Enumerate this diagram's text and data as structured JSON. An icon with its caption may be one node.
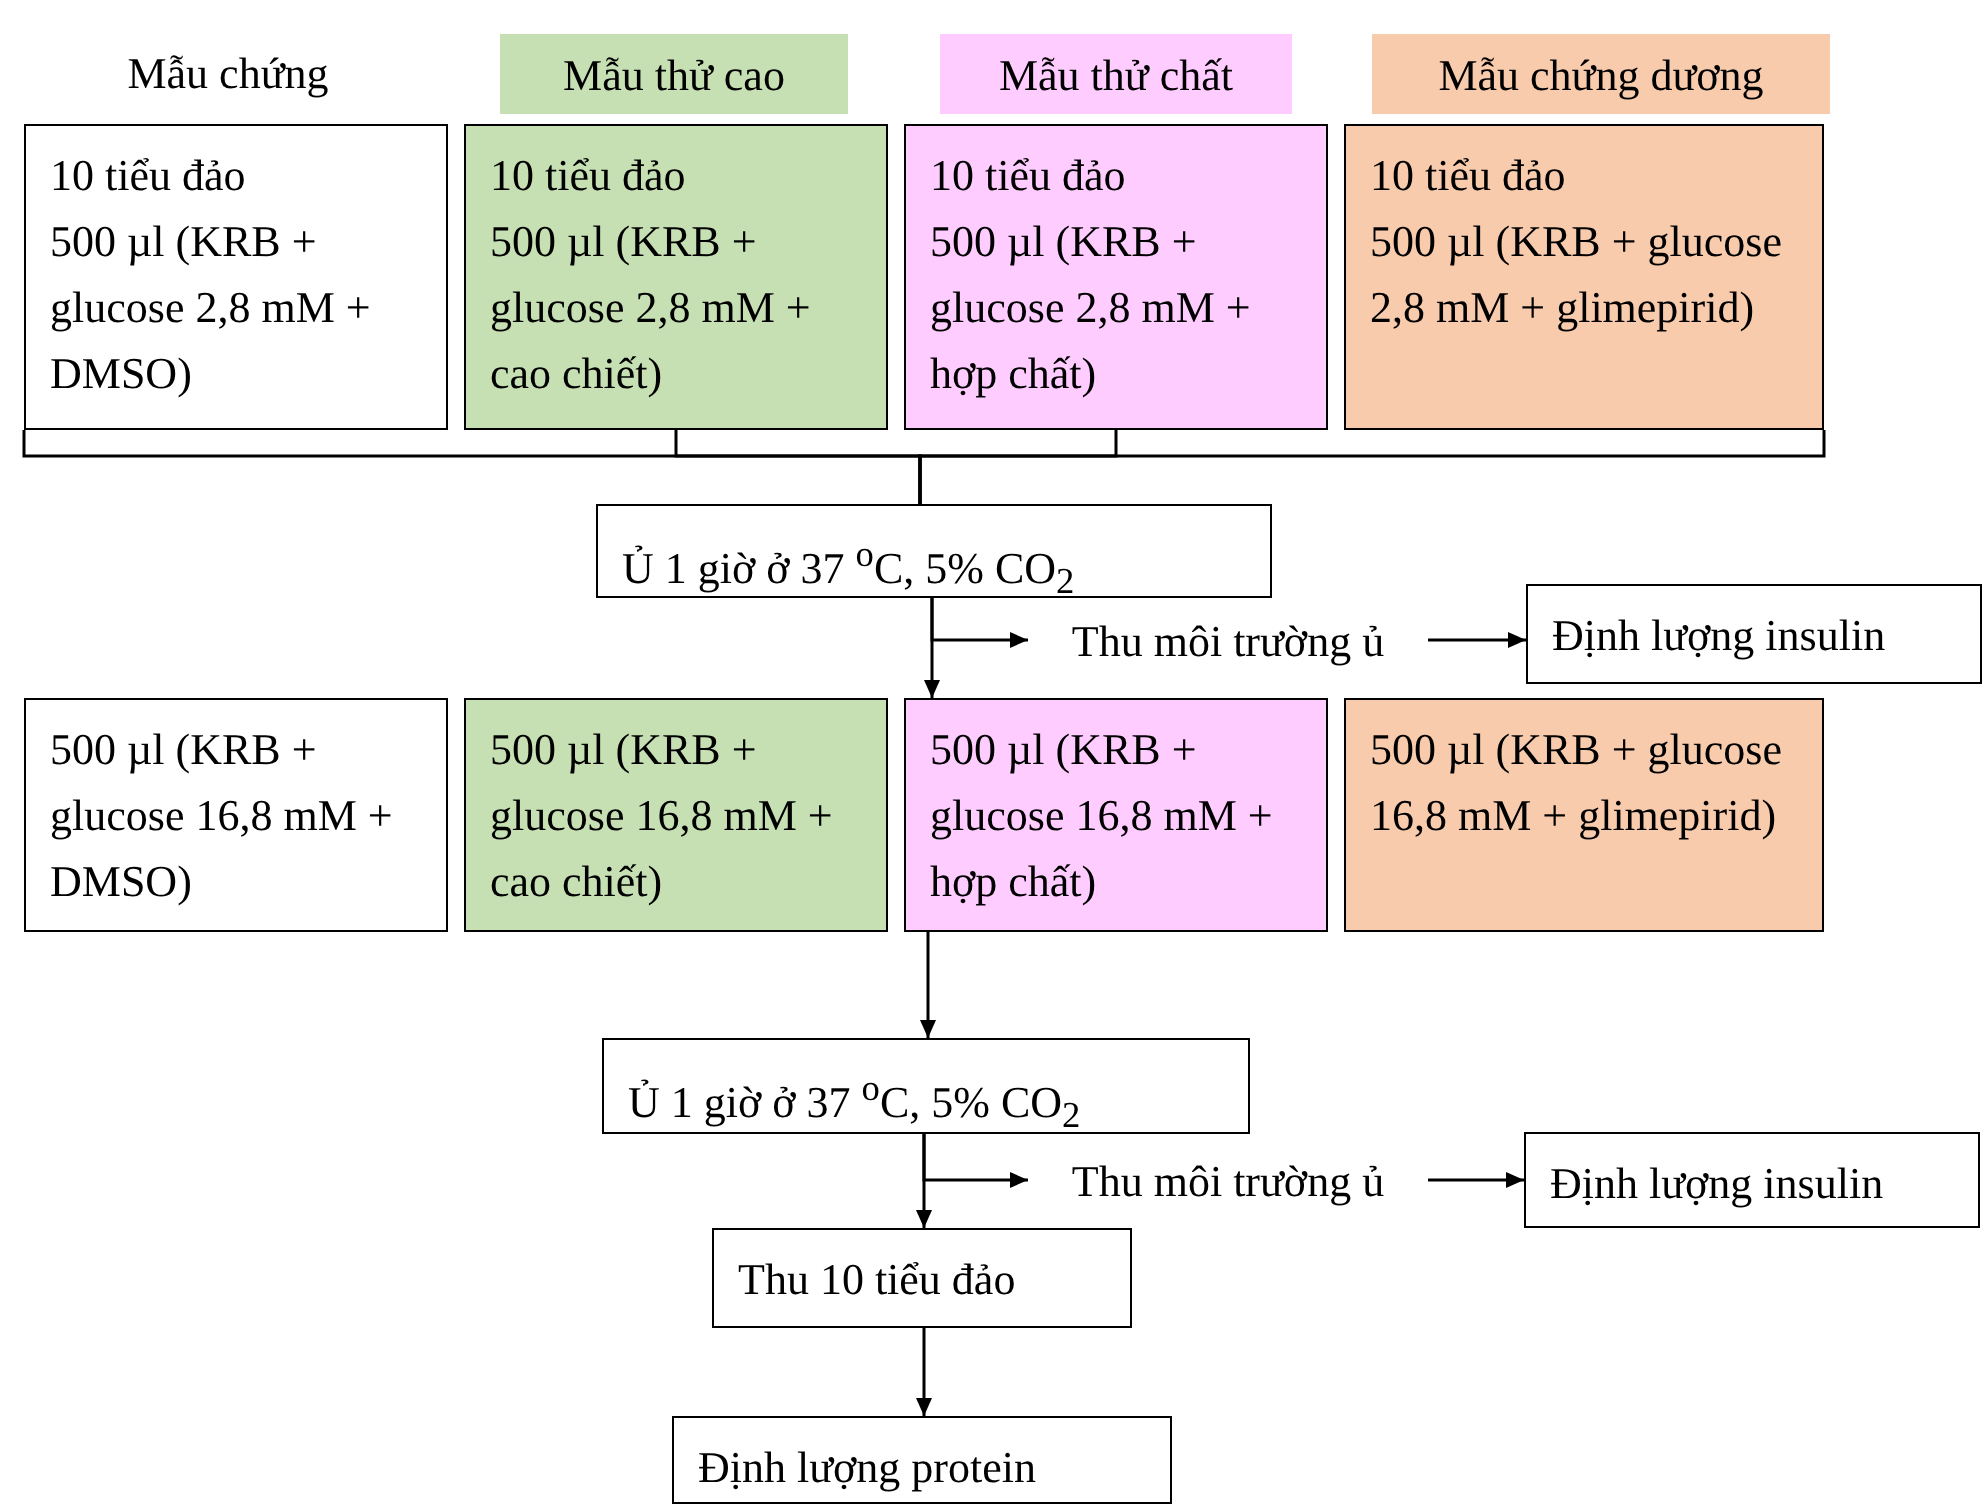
{
  "diagram": {
    "nodes": [
      {
        "text": [
          "Mẫu chứng"
        ]
      },
      {
        "text": [
          "Mẫu thử cao"
        ]
      },
      {
        "text": [
          "Mẫu thử chất"
        ]
      },
      {
        "text": [
          "Mẫu chứng dương"
        ]
      },
      {
        "text": [
          "10 tiểu đảo",
          "500 µl (KRB + glucose 2,8 mM + DMSO)"
        ]
      },
      {
        "text": [
          "10 tiểu đảo",
          "500 µl (KRB + glucose 2,8 mM + cao chiết)"
        ]
      },
      {
        "text": [
          "10 tiểu đảo",
          "500 µl (KRB + glucose 2,8 mM + hợp chất)"
        ]
      },
      {
        "text": [
          "10 tiểu đảo",
          "500 µl (KRB + glucose 2,8 mM + glimepirid)"
        ]
      },
      {
        "text": [
          "Ủ 1 giờ ở 37 $^{o}$C, 5% CO$_{2}$"
        ]
      },
      {
        "text": [
          "Thu môi trường ủ"
        ]
      },
      {
        "text": [
          "Định lượng insulin"
        ]
      },
      {
        "text": [
          "500 µl (KRB + glucose 16,8 mM + DMSO)"
        ]
      },
      {
        "text": [
          "500 µl (KRB + glucose 16,8 mM + cao chiết)"
        ]
      },
      {
        "text": [
          "500 µl (KRB + glucose 16,8 mM + hợp chất)"
        ]
      },
      {
        "text": [
          "500 µl (KRB + glucose 16,8 mM + glimepirid)"
        ]
      },
      {
        "text": [
          "Ủ 1 giờ ở 37 $^{o}$C, 5% CO$_{2}$"
        ]
      },
      {
        "text": [
          "Thu môi trường ủ"
        ]
      },
      {
        "text": [
          "Định lượng insulin"
        ]
      },
      {
        "text": [
          "Thu  10 tiểu đảo"
        ]
      },
      {
        "text": [
          "Định lượng protein"
        ]
      }
    ],
    "edges": [
      {
        "from": 4,
        "to": 8,
        "arrow": "none"
      },
      {
        "from": 5,
        "to": 8,
        "arrow": "none"
      },
      {
        "from": 6,
        "to": 8,
        "arrow": "none"
      },
      {
        "from": 7,
        "to": 8,
        "arrow": "none"
      },
      {
        "from": 8,
        "to": 13,
        "arrow": "to"
      },
      {
        "from": 8,
        "to": 9,
        "arrow": "to"
      },
      {
        "from": 9,
        "to": 10,
        "arrow": "to"
      },
      {
        "from": 13,
        "to": 15,
        "arrow": "to"
      },
      {
        "from": 15,
        "to": 16,
        "arrow": "to"
      },
      {
        "from": 16,
        "to": 17,
        "arrow": "to"
      },
      {
        "from": 15,
        "to": 18,
        "arrow": "to"
      },
      {
        "from": 18,
        "to": 19,
        "arrow": "to"
      }
    ]
  }
}
